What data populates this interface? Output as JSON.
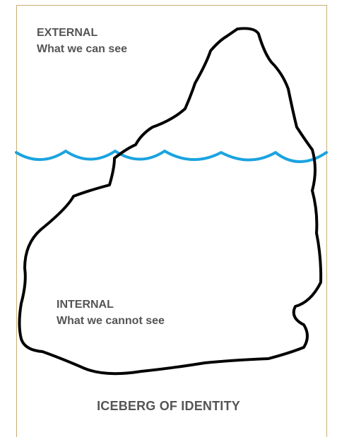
{
  "diagram": {
    "external": {
      "heading": "EXTERNAL",
      "subtext": "What we can see"
    },
    "internal": {
      "heading": "INTERNAL",
      "subtext": "What we cannot see"
    },
    "caption": "ICEBERG OF IDENTITY"
  },
  "colors": {
    "waterline": "#1aa3e0",
    "iceberg_outline": "#000000",
    "frame_border": "#c9ae73",
    "text": "#555555"
  }
}
